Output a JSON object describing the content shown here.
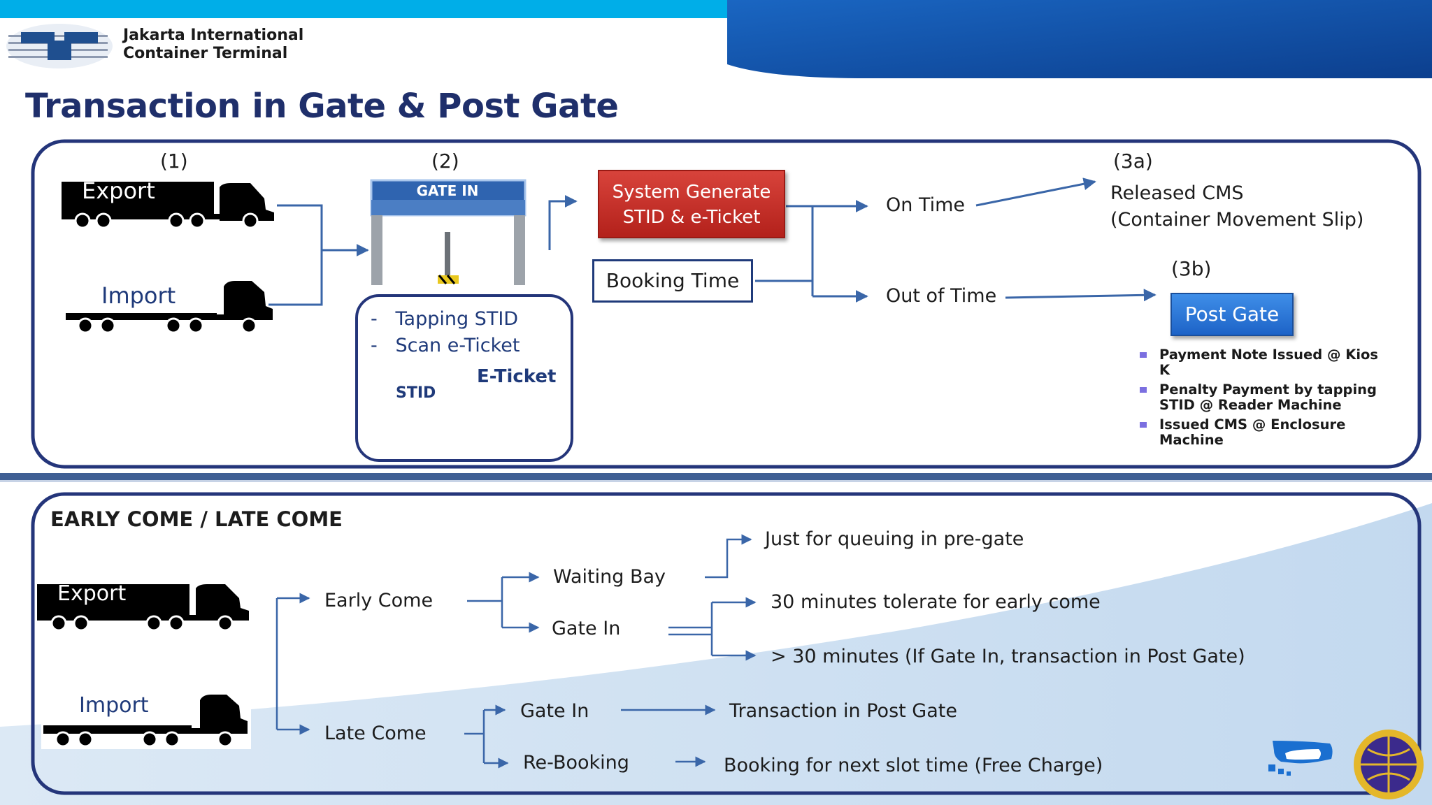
{
  "header": {
    "company_line1": "Jakarta International",
    "company_line2": "Container Terminal",
    "title": "Transaction in Gate & Post Gate"
  },
  "top_section": {
    "step1": "(1)",
    "step2": "(2)",
    "step3a": "(3a)",
    "step3b": "(3b)",
    "export_label": "Export",
    "import_label": "Import",
    "gate_label": "GATE IN",
    "gate_actions": [
      "Tapping STID",
      "Scan e-Ticket"
    ],
    "stid_label": "STID",
    "eticket_label": "E-Ticket",
    "system_box_line1": "System Generate",
    "system_box_line2": "STID & e-Ticket",
    "booking_time": "Booking Time",
    "on_time": "On Time",
    "out_of_time": "Out of Time",
    "released_line1": "Released CMS",
    "released_line2": "(Container Movement Slip)",
    "post_gate": "Post Gate",
    "post_gate_items": [
      "Payment Note Issued @ Kios K",
      "Penalty Payment by tapping STID @ Reader Machine",
      "Issued CMS @ Enclosure Machine"
    ]
  },
  "bottom_section": {
    "title": "EARLY COME / LATE COME",
    "export_label": "Export",
    "import_label": "Import",
    "early_come": "Early Come",
    "late_come": "Late Come",
    "waiting_bay": "Waiting Bay",
    "gate_in_early": "Gate In",
    "gate_in_late": "Gate In",
    "re_booking": "Re-Booking",
    "queuing": "Just for queuing in pre-gate",
    "tolerate": "30 minutes tolerate for early come",
    "over_30": "> 30 minutes (If Gate In, transaction in Post Gate)",
    "transaction_post_gate": "Transaction in Post Gate",
    "booking_next": "Booking for next slot time (Free Charge)"
  },
  "colors": {
    "navy": "#1f2f6b",
    "frame": "#24357a",
    "arrow": "#3a66a8",
    "system_red": "#c62e26",
    "post_gate_blue": "#2b78db",
    "header_blue": "#00aee8"
  }
}
